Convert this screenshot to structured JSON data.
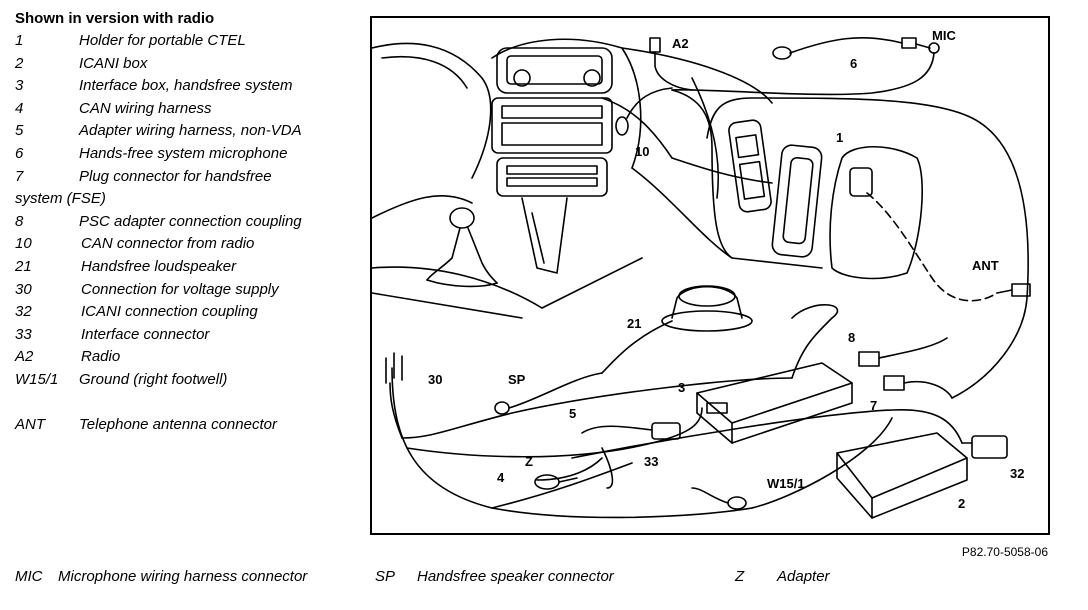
{
  "legend": {
    "title": "Shown in version with radio",
    "items": [
      {
        "code": "1",
        "desc": "Holder for portable CTEL"
      },
      {
        "code": "2",
        "desc": "ICANI box"
      },
      {
        "code": "3",
        "desc": "Interface box, handsfree system"
      },
      {
        "code": "4",
        "desc": "CAN wiring harness"
      },
      {
        "code": "5",
        "desc": "Adapter wiring harness, non-VDA"
      },
      {
        "code": "6",
        "desc": "Hands-free system microphone"
      },
      {
        "code": "7",
        "desc": "Plug connector for handsfree"
      },
      {
        "code": "8",
        "desc": "PSC adapter connection coupling"
      },
      {
        "code": "10",
        "desc": "CAN connector from radio"
      },
      {
        "code": "21",
        "desc": "Handsfree loudspeaker"
      },
      {
        "code": "30",
        "desc": "Connection for voltage supply"
      },
      {
        "code": "32",
        "desc": "ICANI connection coupling"
      },
      {
        "code": "33",
        "desc": "Interface connector"
      },
      {
        "code": "A2",
        "desc": "Radio"
      },
      {
        "code": "W15/1",
        "desc": "Ground (right footwell)"
      },
      {
        "code": "ANT",
        "desc": "Telephone antenna connector"
      }
    ],
    "continuation": "system (FSE)"
  },
  "diagram_labels": {
    "a2": "A2",
    "mic": "MIC",
    "n6a": "6",
    "n10": "10",
    "n1": "1",
    "ant": "ANT",
    "n21": "21",
    "n8": "8",
    "n3": "3",
    "n7": "7",
    "n30": "30",
    "sp": "SP",
    "n5": "5",
    "n33": "33",
    "z": "Z",
    "n4": "4",
    "w151": "W15/1",
    "n2": "2",
    "n32": "32"
  },
  "reference": "P82.70-5058-06",
  "footer": {
    "mic_code": "MIC",
    "mic_desc": "Microphone wiring harness connector",
    "sp_code": "SP",
    "sp_desc": "Handsfree speaker connector",
    "z_code": "Z",
    "z_desc": "Adapter"
  }
}
